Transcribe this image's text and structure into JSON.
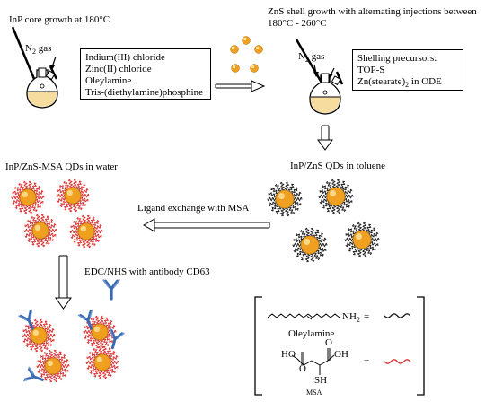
{
  "step1": {
    "title": "InP core growth at 180°C",
    "gas_label": "N",
    "gas_sub": "2",
    "gas_suffix": " gas",
    "reagents": [
      "Indium(III) chloride",
      "Zinc(II) chloride",
      "Oleylamine",
      "Tris-(diethylamine)phosphine"
    ]
  },
  "step2": {
    "title_line1": "ZnS shell growth with alternating injections between",
    "title_line2": "180°C - 260°C",
    "gas_label": "N",
    "gas_sub": "2",
    "gas_suffix": " gas",
    "precursors_title": "Shelling precursors:",
    "precursor_1": "TOP-S",
    "precursor_2_a": "Zn(stearate)",
    "precursor_2_sub": "2",
    "precursor_2_b": " in ODE"
  },
  "step3": {
    "title": "InP/ZnS QDs in toluene"
  },
  "step4": {
    "ligand_exchange": "Ligand exchange with MSA",
    "title": "InP/ZnS-MSA QDs in water"
  },
  "step5": {
    "conjugation": "EDC/NHS with antibody CD63"
  },
  "legend": {
    "oleylamine_group": "NH",
    "oleylamine_sub": "2",
    "oleylamine_name": "Oleylamine",
    "equals": "=",
    "msa_oh_left": "HO",
    "msa_oh_right": "OH",
    "msa_o_left": "O",
    "msa_o_right": "O",
    "msa_sh": "SH",
    "msa_name": "MSA"
  },
  "colors": {
    "qd_core": "#f0a020",
    "qd_highlight": "#ffe6a0",
    "msa_ligand": "#d83030",
    "oleylamine_ligand": "#202020",
    "antibody": "#3a6ab0"
  }
}
